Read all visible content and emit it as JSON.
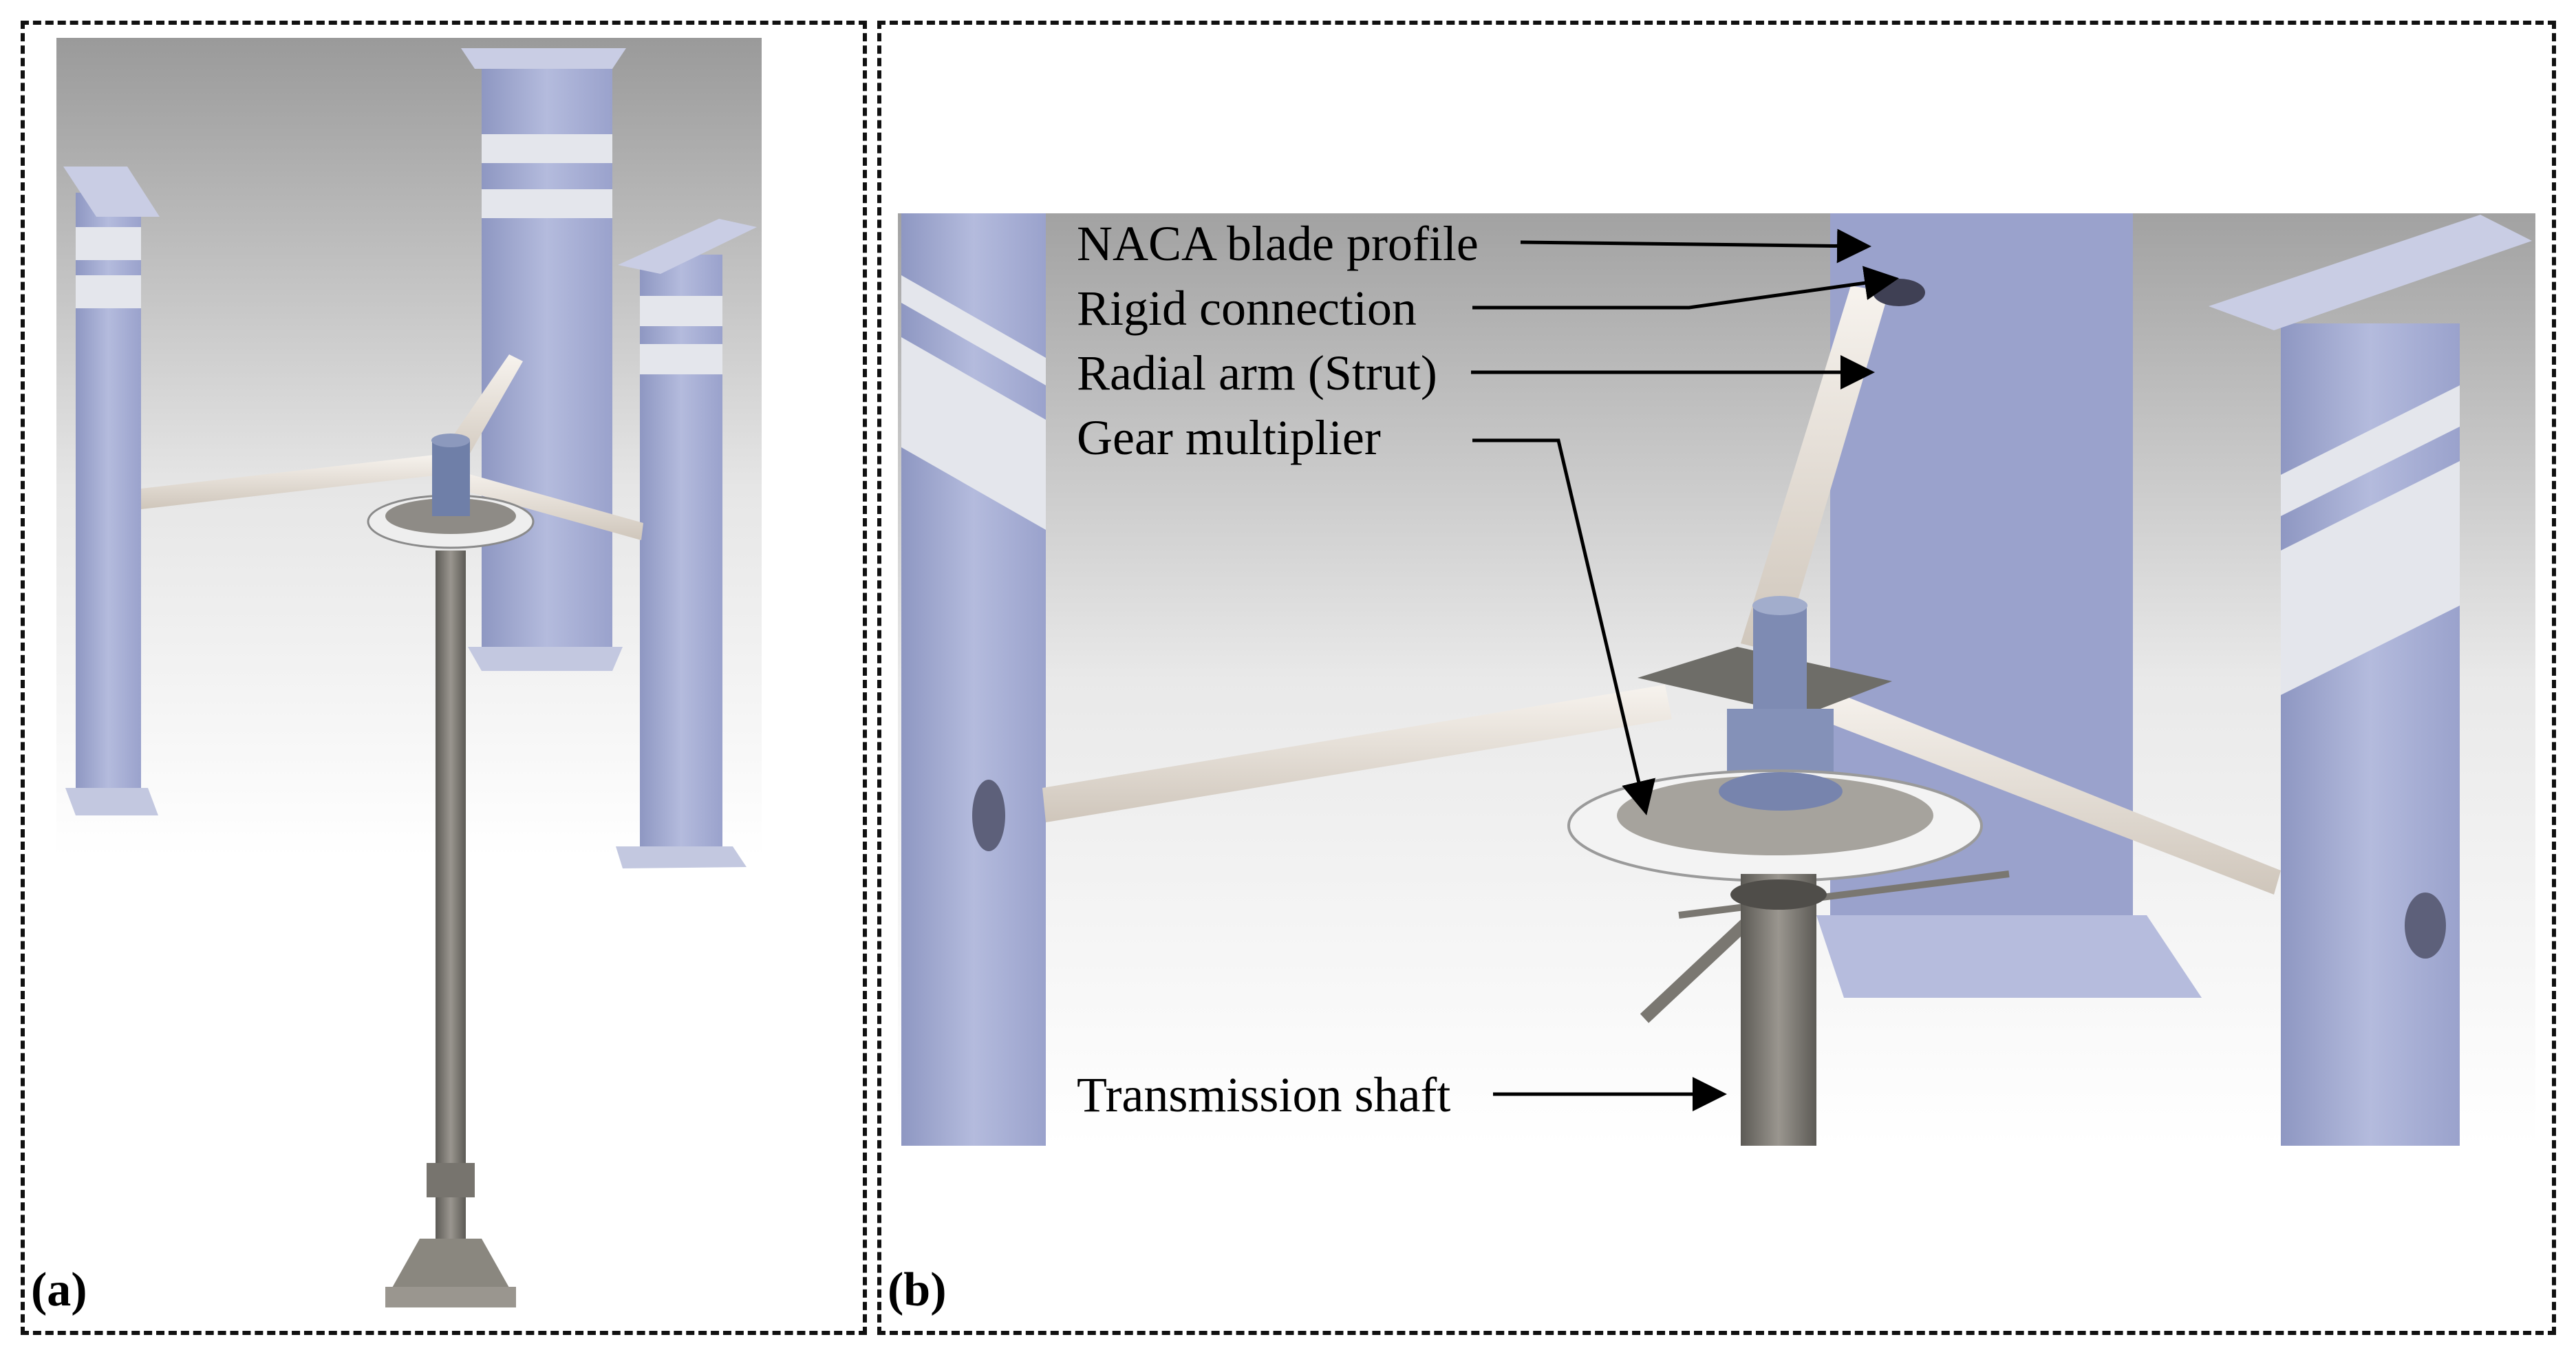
{
  "panels": {
    "a": {
      "label": "(a)"
    },
    "b": {
      "label": "(b)"
    }
  },
  "callouts": {
    "naca": "NACA blade profile",
    "rigid": "Rigid connection",
    "radial": "Radial arm (Strut)",
    "gear": "Gear multiplier",
    "shaft": "Transmission shaft"
  },
  "colors": {
    "blade": "#a9b1d6",
    "blade_light": "#d0d4ea",
    "band": "#e4e6ec",
    "arm": "#ede7df",
    "metal": "#7d7a74",
    "metal_dark": "#5a5853"
  }
}
